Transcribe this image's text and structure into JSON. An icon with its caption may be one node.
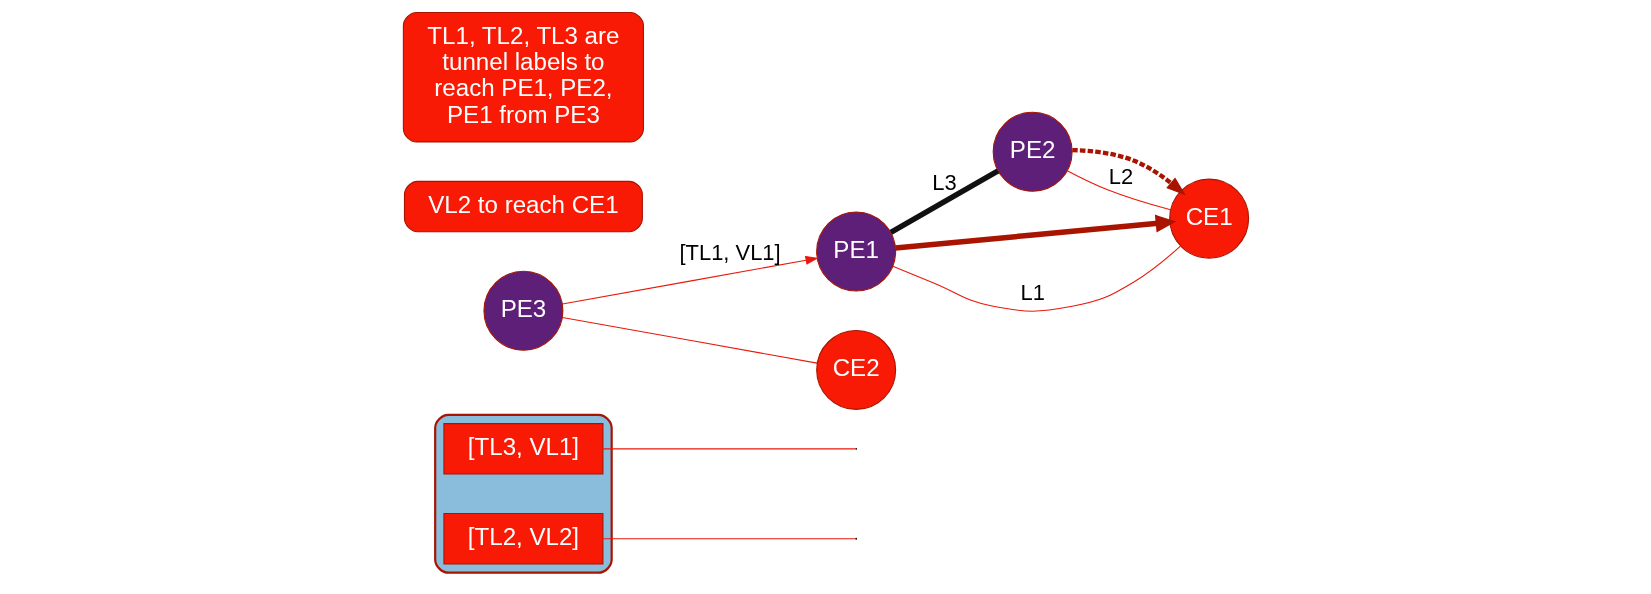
{
  "diagram": {
    "nodes": [
      {
        "text": [],
        "shape": "cloud"
      },
      {
        "text": [
          "PE1"
        ]
      },
      {
        "text": [
          "PE2"
        ]
      },
      {
        "text": [
          "PE3"
        ]
      },
      {
        "text": [
          "CE1"
        ]
      },
      {
        "text": [
          "CE2"
        ]
      },
      {
        "text": [
          "[TL3, VL1]"
        ],
        "in": 0
      },
      {
        "text": [
          "[TL2, VL2]"
        ],
        "in": 0
      },
      {
        "text": [
          "VL2 to reach CE1"
        ]
      },
      {
        "text": [
          "TL1, TL2, TL3 are tunnel labels to reach PE1, PE2, PE1 from PE3"
        ]
      }
    ],
    "edges": [
      {
        "from": 4,
        "to": 1,
        "arrow": "none",
        "label": "L1"
      },
      {
        "from": 4,
        "to": 2,
        "arrow": "none",
        "label": "L2"
      },
      {
        "from": 1,
        "to": 2,
        "arrow": "none",
        "label": "L3",
        "style": "thick",
        "color": "#111111"
      },
      {
        "from": 3,
        "to": 5,
        "arrow": "none"
      },
      {
        "from": 3,
        "to": 1,
        "arrow": "to",
        "label": "[TL1, VL1]"
      },
      {
        "from": 1,
        "to": 4,
        "arrow": "to",
        "style": "thick",
        "color": "#a81400"
      },
      {
        "from": 2,
        "to": 4,
        "arrow": "to",
        "style": "dashed",
        "color": "#a81400"
      },
      {
        "from": 6,
        "to": null,
        "arrow": "none"
      },
      {
        "from": 7,
        "to": null,
        "arrow": "none"
      }
    ]
  }
}
